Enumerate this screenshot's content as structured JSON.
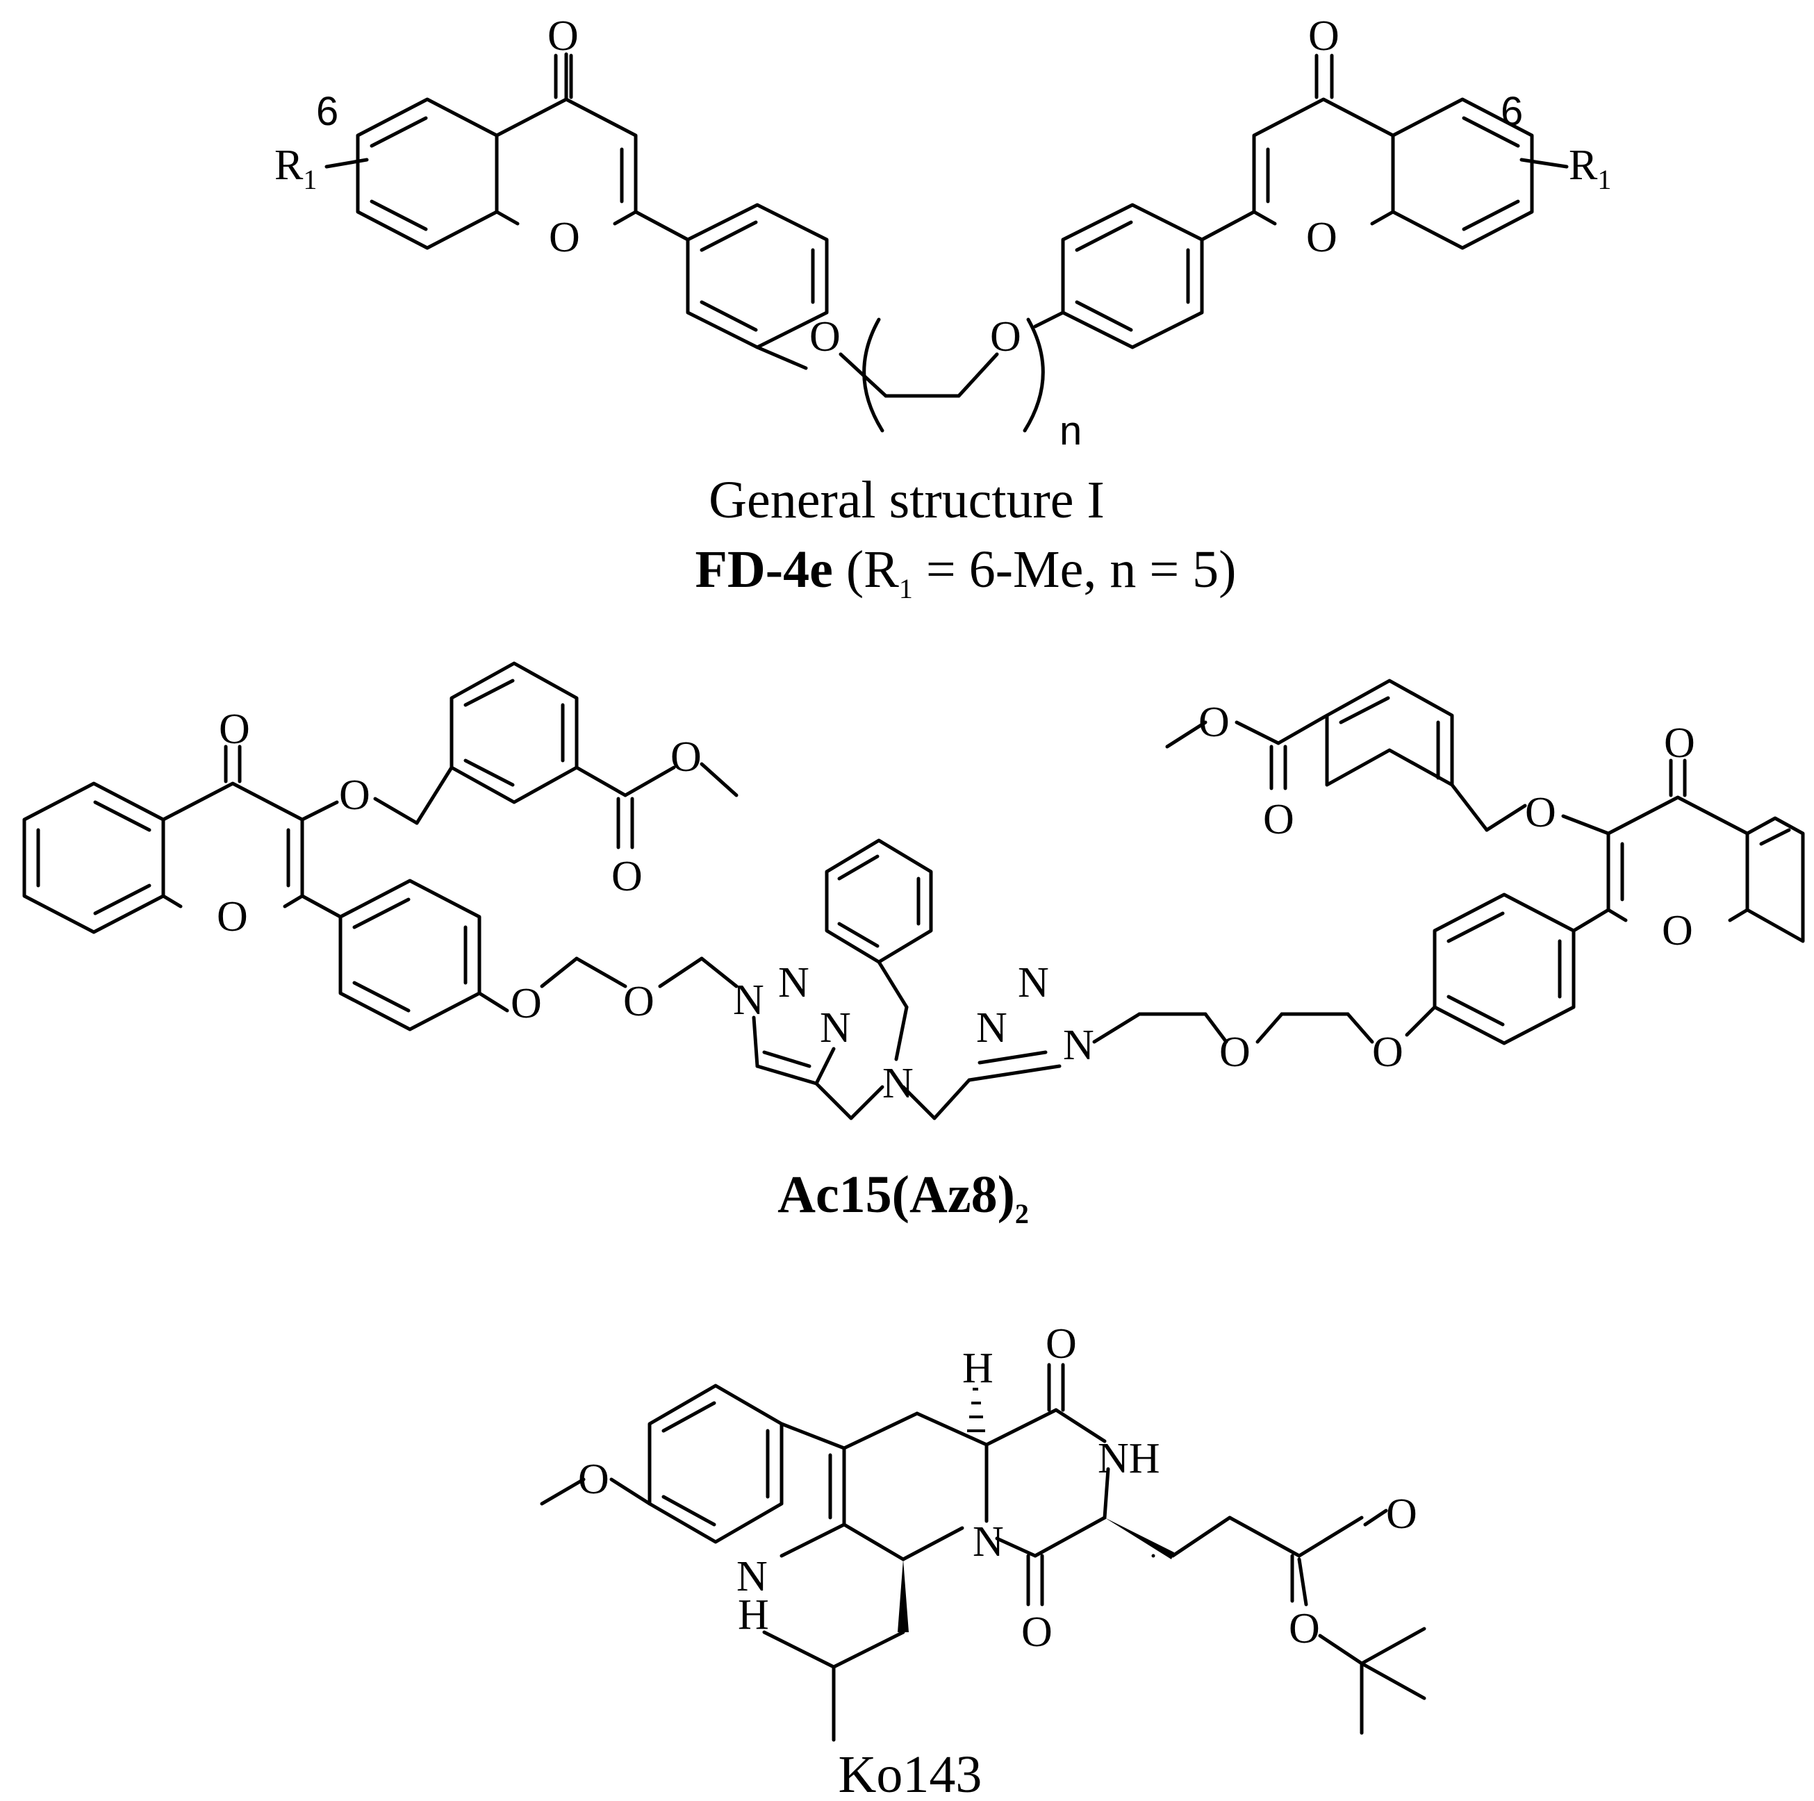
{
  "structures": [
    {
      "id": "general-structure",
      "caption_line1": "General structure I",
      "caption_bold": "FD-4e",
      "caption_paren_open": " (R",
      "caption_sub": "1",
      "caption_rest": " = 6-Me, n = 5)",
      "atoms": {
        "O": "O",
        "R": "R",
        "R_sub": "1",
        "position": "6",
        "repeat": "n"
      }
    },
    {
      "id": "ac15-az8-2",
      "caption_bold": "Ac15(Az8)",
      "caption_sub": "2",
      "atoms": {
        "O": "O",
        "N": "N"
      }
    },
    {
      "id": "ko143",
      "caption": "Ko143",
      "atoms": {
        "O": "O",
        "N": "N",
        "H": "H",
        "NH": "NH"
      }
    }
  ]
}
